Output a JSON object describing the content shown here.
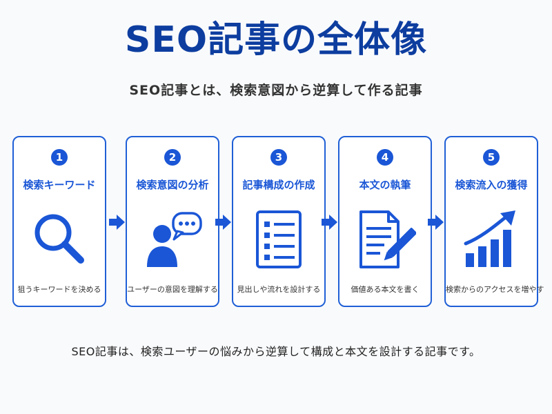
{
  "title": "SEO記事の全体像",
  "subtitle": "SEO記事とは、検索意図から逆算して作る記事",
  "accent_color": "#1a56d6",
  "title_color": "#0d3d9f",
  "steps": [
    {
      "number": "1",
      "title": "検索キーワード",
      "description": "狙うキーワードを決める",
      "icon": "magnifying-glass-icon"
    },
    {
      "number": "2",
      "title": "検索意図の分析",
      "description": "ユーザーの意図を理解する",
      "icon": "user-speech-bubble-icon"
    },
    {
      "number": "3",
      "title": "記事構成の作成",
      "description": "見出しや流れを設計する",
      "icon": "checklist-document-icon"
    },
    {
      "number": "4",
      "title": "本文の執筆",
      "description": "価値ある本文を書く",
      "icon": "document-pen-icon"
    },
    {
      "number": "5",
      "title": "検索流入の獲得",
      "description": "検索からのアクセスを増やす",
      "icon": "growth-bar-chart-icon"
    }
  ],
  "footer": "SEO記事は、検索ユーザーの悩みから逆算して構成と本文を設計する記事です。"
}
